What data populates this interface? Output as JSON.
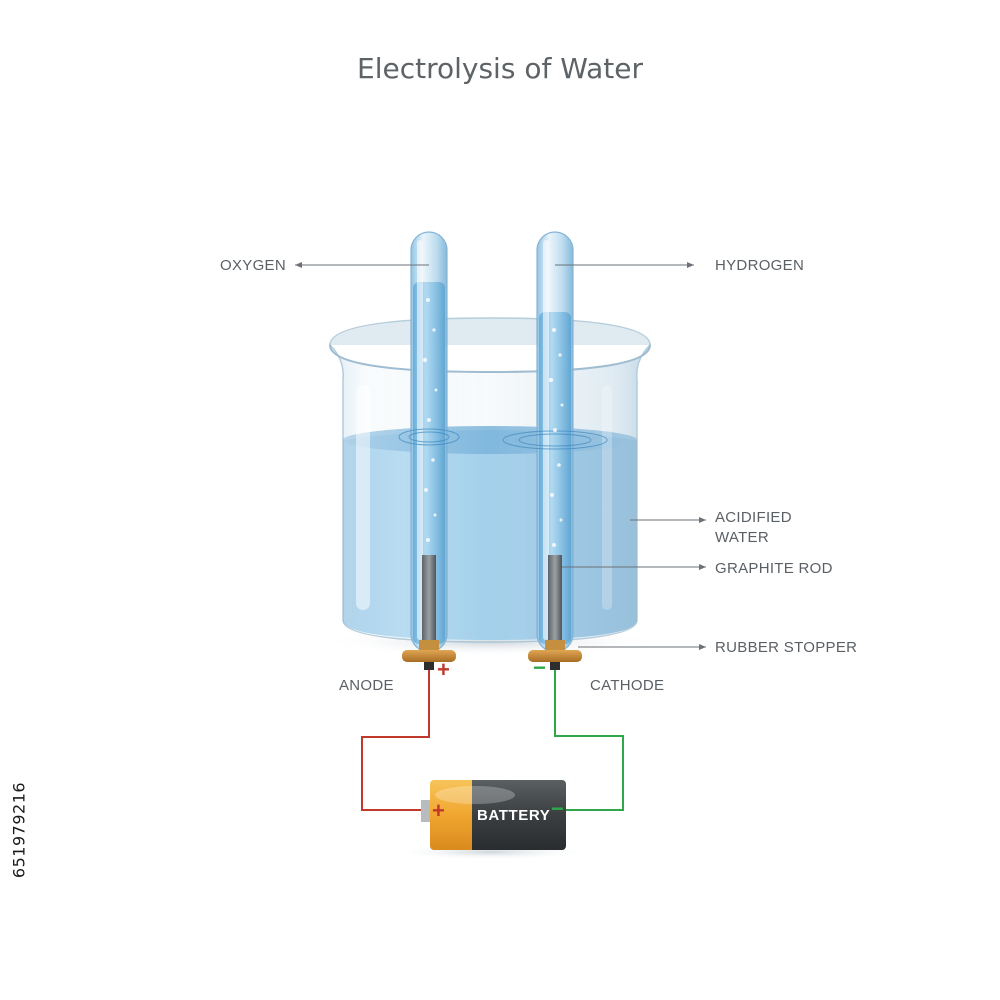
{
  "title": "Electrolysis of Water",
  "labels": {
    "oxygen": "OXYGEN",
    "hydrogen": "HYDROGEN",
    "acidified_water_line1": "ACIDIFIED",
    "acidified_water_line2": "WATER",
    "graphite_rod": "GRAPHITE ROD",
    "rubber_stopper": "RUBBER STOPPER",
    "anode": "ANODE",
    "cathode": "CATHODE",
    "anode_sign": "+",
    "cathode_sign": "−",
    "battery": "BATTERY",
    "battery_plus": "+",
    "battery_minus": "−"
  },
  "side_id": "651979216",
  "colors": {
    "positive_wire": "#c0392b",
    "negative_wire": "#2ea84a",
    "water": "#6fb3e0",
    "battery_orange": "#f0a630",
    "battery_dark": "#3b3f42",
    "stopper": "#c98a3a"
  }
}
